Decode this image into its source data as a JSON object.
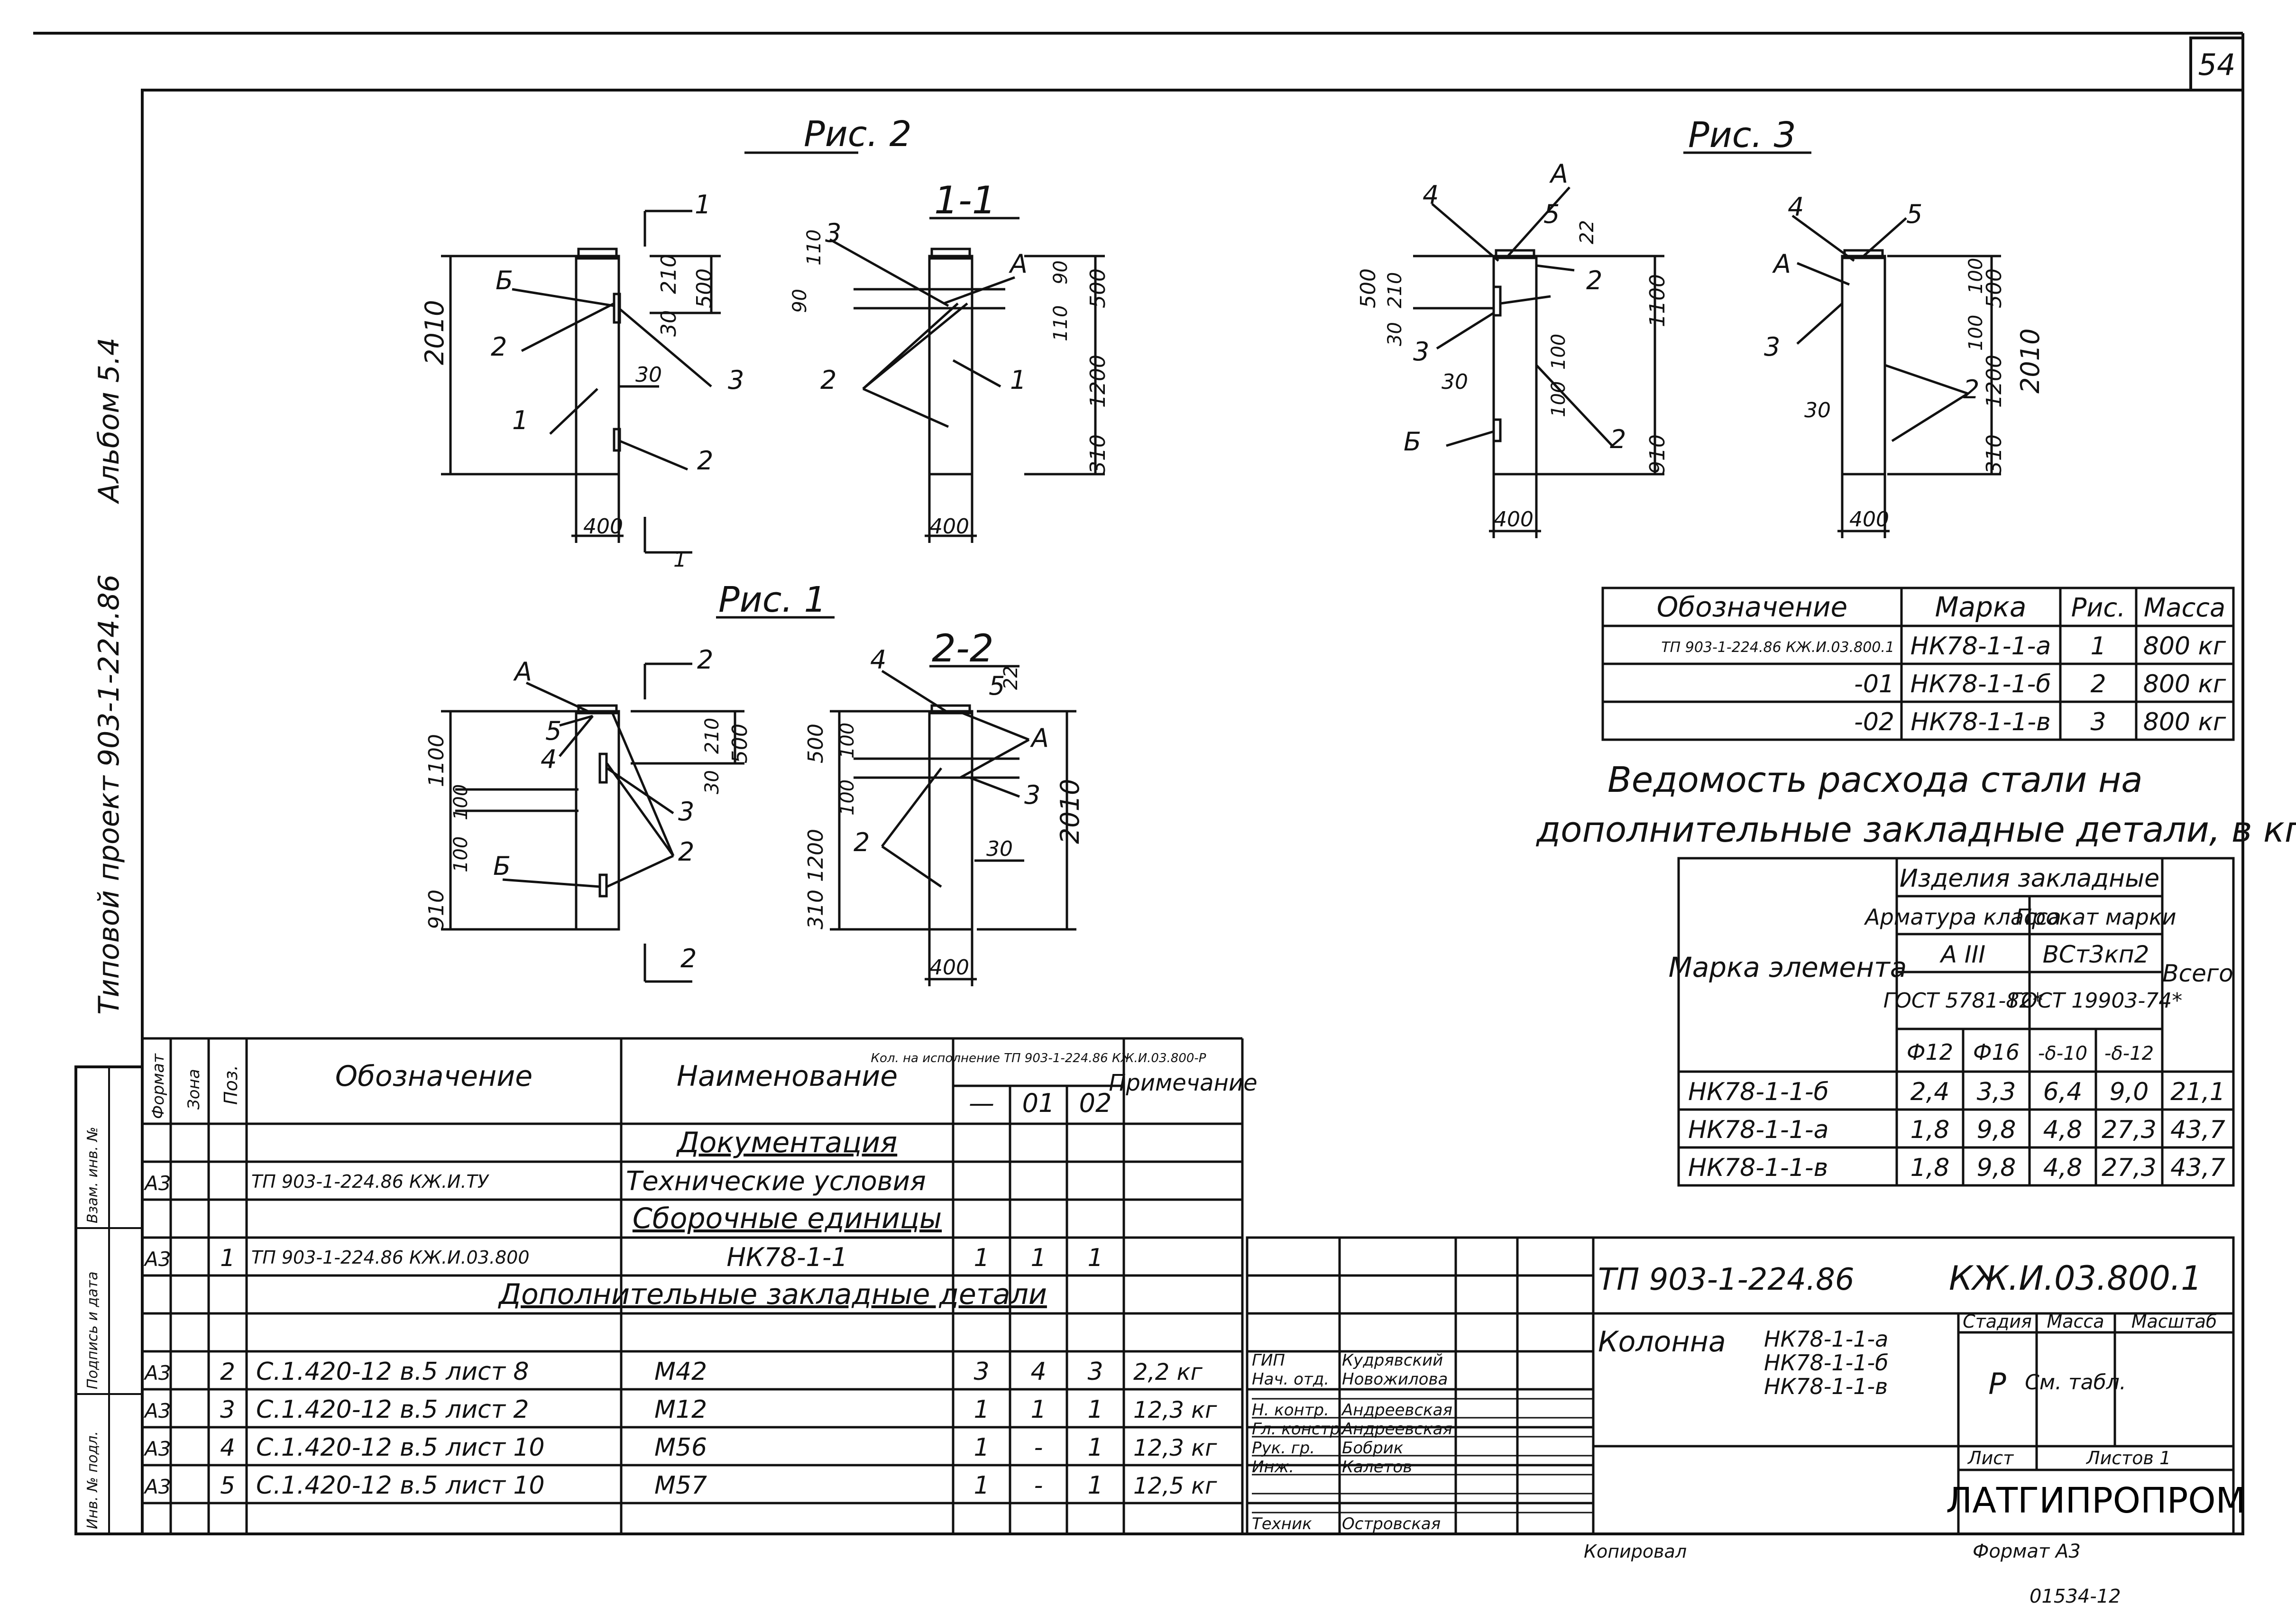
{
  "sheet_number": "54",
  "side_labels": {
    "album": "Альбом 5.4",
    "project": "Типовой проект 903-1-224.86",
    "inv_orig": "Инв. № подл.",
    "sign_date": "Подпись и дата",
    "vzam_inv": "Взам. инв. №"
  },
  "figures": {
    "fig2": {
      "title": "Рис. 2",
      "section": "1-1"
    },
    "fig3": {
      "title": "Рис. 3"
    },
    "fig1": {
      "title": "Рис. 1",
      "section": "2-2"
    }
  },
  "dims": {
    "d2010": "2010",
    "d500": "500",
    "d210": "210",
    "d30": "30",
    "d400": "400",
    "d1200": "1200",
    "d310": "310",
    "d110": "110",
    "d90": "90",
    "d1100": "1100",
    "d910": "910",
    "d100": "100",
    "d22": "22"
  },
  "callouts": {
    "A": "А",
    "B": "Б",
    "n1": "1",
    "n2": "2",
    "n3": "3",
    "n4": "4",
    "n5": "5"
  },
  "marks_table": {
    "headers": [
      "Обозначение",
      "Марка",
      "Рис.",
      "Масса"
    ],
    "rows": [
      {
        "designation": "ТП 903-1-224.86 КЖ.И.03.800.1",
        "mark": "НК78-1-1-а",
        "fig": "1",
        "mass": "800 кг"
      },
      {
        "designation": "-01",
        "mark": "НК78-1-1-б",
        "fig": "2",
        "mass": "800 кг"
      },
      {
        "designation": "-02",
        "mark": "НК78-1-1-в",
        "fig": "3",
        "mass": "800 кг"
      }
    ]
  },
  "steel_title": [
    "Ведомость расхода стали на",
    "дополнительные закладные детали, в кг"
  ],
  "steel_table": {
    "h_items": "Изделия закладные",
    "h_rebar": "Арматура класса",
    "h_rolled": "Прокат марки",
    "h_a3": "А III",
    "h_vst": "ВСт3кп2",
    "h_gost1": "ГОСТ 5781-82*",
    "h_gost2": "ГОСТ 19903-74*",
    "h_mark": "Марка элемента",
    "h_total": "Всего",
    "h_cols": [
      "Ф12",
      "Ф16",
      "-δ-10",
      "-δ-12"
    ],
    "rows": [
      [
        "НК78-1-1-б",
        "2,4",
        "3,3",
        "6,4",
        "9,0",
        "21,1"
      ],
      [
        "НК78-1-1-а",
        "1,8",
        "9,8",
        "4,8",
        "27,3",
        "43,7"
      ],
      [
        "НК78-1-1-в",
        "1,8",
        "9,8",
        "4,8",
        "27,3",
        "43,7"
      ]
    ]
  },
  "spec": {
    "h_format": "Формат",
    "h_zone": "Зона",
    "h_pos": "Поз.",
    "h_designation": "Обозначение",
    "h_name": "Наименование",
    "h_qty": "Кол. на исполнение ТП 903-1-224.86 КЖ.И.03.800-Р",
    "h_qty_cols": [
      "—",
      "01",
      "02"
    ],
    "h_note": "Примечание",
    "sec_docs": "Документация",
    "sec_assy": "Сборочные единицы",
    "sec_parts": "Дополнительные закладные детали",
    "rows": [
      {
        "fmt": "А3",
        "pos": "",
        "des": "ТП 903-1-224.86 КЖ.И.ТУ",
        "name": "Технические условия",
        "q0": "",
        "q1": "",
        "q2": "",
        "note": ""
      },
      {
        "fmt": "А3",
        "pos": "1",
        "des": "ТП 903-1-224.86 КЖ.И.03.800",
        "name": "НК78-1-1",
        "q0": "1",
        "q1": "1",
        "q2": "1",
        "note": ""
      },
      {
        "fmt": "А3",
        "pos": "2",
        "des": "С.1.420-12 в.5 лист 8",
        "name": "М42",
        "q0": "3",
        "q1": "4",
        "q2": "3",
        "note": "2,2 кг"
      },
      {
        "fmt": "А3",
        "pos": "3",
        "des": "С.1.420-12 в.5 лист 2",
        "name": "М12",
        "q0": "1",
        "q1": "1",
        "q2": "1",
        "note": "12,3 кг"
      },
      {
        "fmt": "А3",
        "pos": "4",
        "des": "С.1.420-12 в.5 лист 10",
        "name": "М56",
        "q0": "1",
        "q1": "-",
        "q2": "1",
        "note": "12,3 кг"
      },
      {
        "fmt": "А3",
        "pos": "5",
        "des": "С.1.420-12 в.5 лист 10",
        "name": "М57",
        "q0": "1",
        "q1": "-",
        "q2": "1",
        "note": "12,5 кг"
      }
    ]
  },
  "stamp": {
    "code_left": "ТП 903-1-224.86",
    "code_right": "КЖ.И.03.800.1",
    "object": "Колонна",
    "marks": [
      "НК78-1-1-а",
      "НК78-1-1-б",
      "НК78-1-1-в"
    ],
    "h_stage": "Стадия",
    "h_mass": "Масса",
    "h_scale": "Масштаб",
    "stage": "Р",
    "mass": "См. табл.",
    "sheet": "Лист",
    "sheets": "Листов 1",
    "org": "ЛАТГИПРОПРОМ",
    "roles": [
      {
        "role": "ГИП",
        "name": "Кудрявский"
      },
      {
        "role": "Нач. отд.",
        "name": "Новожилова"
      },
      {
        "role": "Н. контр.",
        "name": "Андреевская"
      },
      {
        "role": "Гл. констр.",
        "name": "Андреевская"
      },
      {
        "role": "Рук. гр.",
        "name": "Бобрик"
      },
      {
        "role": "Инж.",
        "name": "Калетов"
      },
      {
        "role": "Техник",
        "name": "Островская"
      }
    ],
    "copied": "Копировал",
    "format": "Формат А3",
    "archive": "01534-12"
  }
}
